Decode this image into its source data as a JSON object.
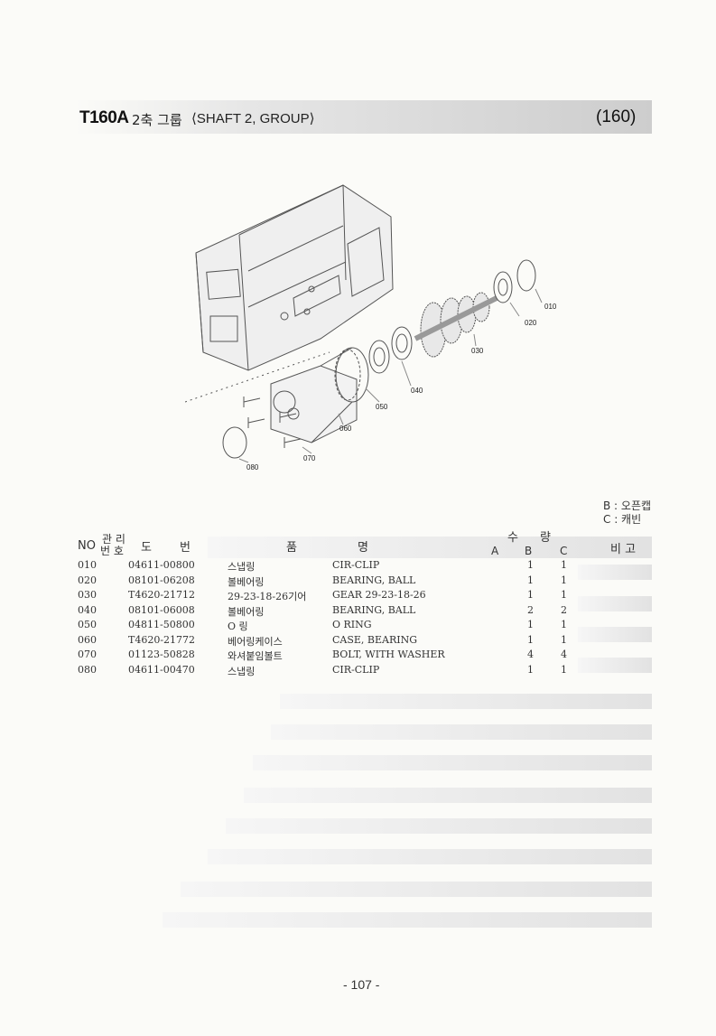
{
  "header": {
    "model": "T160A",
    "title_ko": "2축 그룹",
    "title_en": "⟨SHAFT 2, GROUP⟩",
    "page_code": "(160)"
  },
  "diagram": {
    "callouts": [
      "010",
      "020",
      "030",
      "040",
      "050",
      "060",
      "070",
      "080"
    ]
  },
  "legend": {
    "b": "B : 오픈캡",
    "c": "C : 캐빈"
  },
  "table": {
    "headers": {
      "no": "NO",
      "mgmt_top": "관 리",
      "mgmt_bottom": "번 호",
      "drawing_1": "도",
      "drawing_2": "번",
      "name_1": "품",
      "name_2": "명",
      "qty_1": "수",
      "qty_2": "량",
      "col_a": "A",
      "col_b": "B",
      "col_c": "C",
      "remarks": "비 고"
    },
    "rows": [
      {
        "no": "010",
        "part": "04611-00800",
        "name_ko": "스냅링",
        "name_en": "CIR-CLIP",
        "b": "1",
        "c": "1"
      },
      {
        "no": "020",
        "part": "08101-06208",
        "name_ko": "볼베어링",
        "name_en": "BEARING, BALL",
        "b": "1",
        "c": "1"
      },
      {
        "no": "030",
        "part": "T4620-21712",
        "name_ko": "29-23-18-26기어",
        "name_en": "GEAR 29-23-18-26",
        "b": "1",
        "c": "1"
      },
      {
        "no": "040",
        "part": "08101-06008",
        "name_ko": "볼베어링",
        "name_en": "BEARING, BALL",
        "b": "2",
        "c": "2"
      },
      {
        "no": "050",
        "part": "04811-50800",
        "name_ko": "O 링",
        "name_en": "O RING",
        "b": "1",
        "c": "1"
      },
      {
        "no": "060",
        "part": "T4620-21772",
        "name_ko": "베어링케이스",
        "name_en": "CASE, BEARING",
        "b": "1",
        "c": "1"
      },
      {
        "no": "070",
        "part": "01123-50828",
        "name_ko": "와셔붙임볼트",
        "name_en": "BOLT, WITH WASHER",
        "b": "4",
        "c": "4"
      },
      {
        "no": "080",
        "part": "04611-00470",
        "name_ko": "스냅링",
        "name_en": "CIR-CLIP",
        "b": "1",
        "c": "1"
      }
    ]
  },
  "footer": {
    "page_number": "- 107 -"
  }
}
